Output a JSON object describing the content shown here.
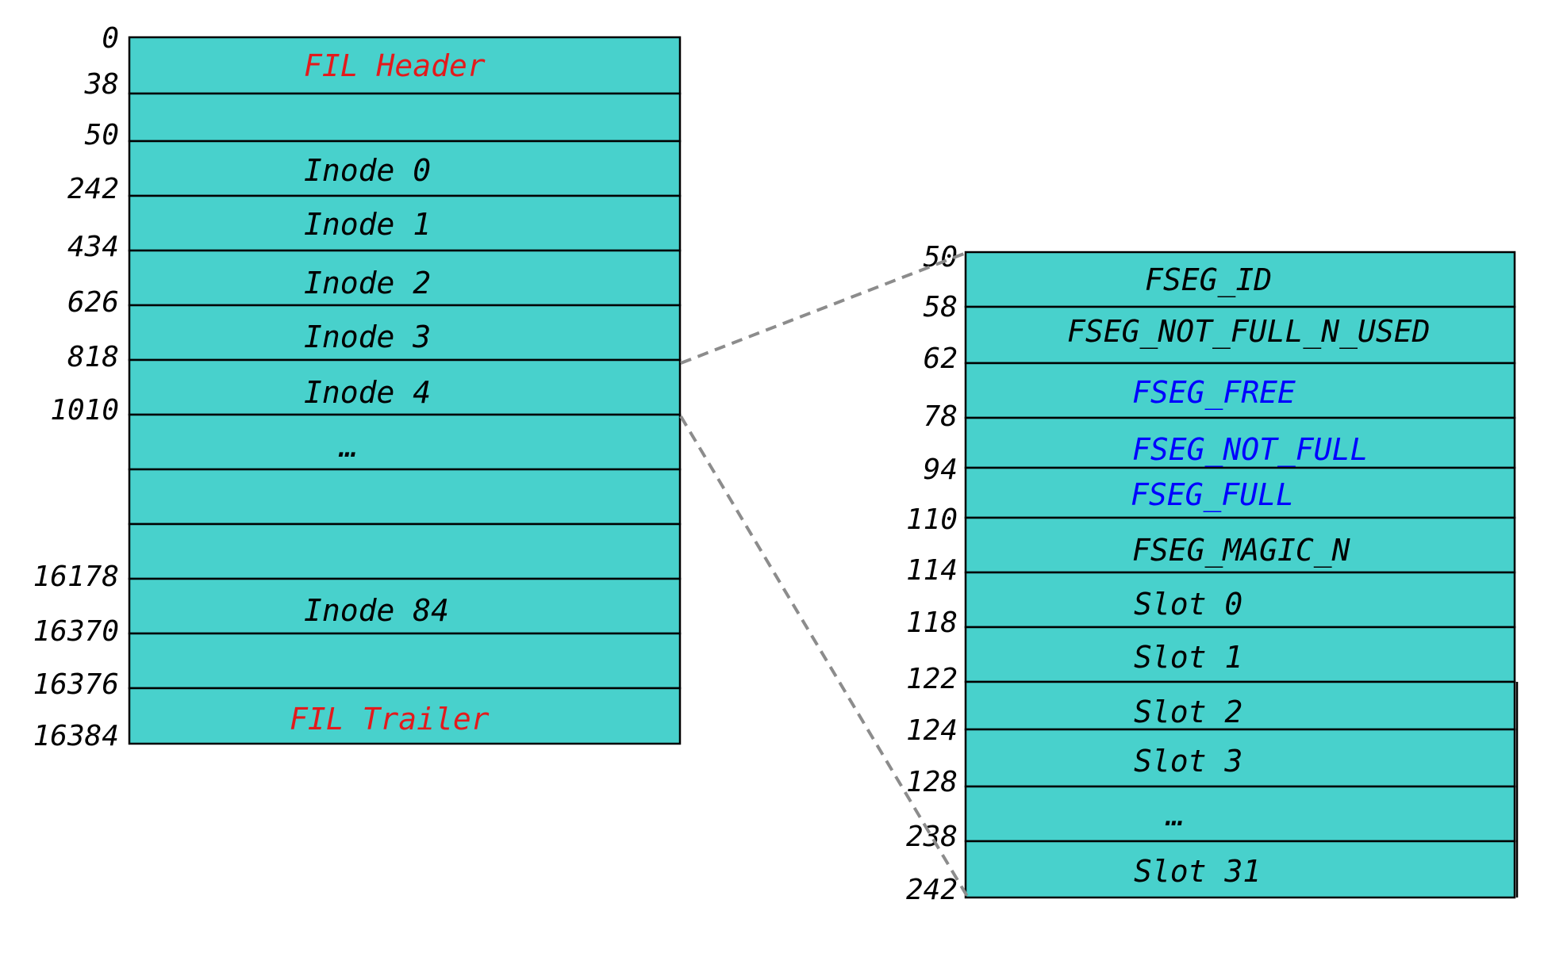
{
  "colors": {
    "cell_fill": "#48d1cc",
    "cell_border": "#000000",
    "text_default": "#000000",
    "text_red": "#e31a1c",
    "text_blue": "#0000ff",
    "connector": "#8c8c8c"
  },
  "inode_page": {
    "offsets": [
      "0",
      "38",
      "50",
      "242",
      "434",
      "626",
      "818",
      "1010",
      "16178",
      "16370",
      "16376",
      "16384"
    ],
    "rows": [
      {
        "label": "FIL Header",
        "color": "red"
      },
      {
        "label": "",
        "color": "default"
      },
      {
        "label": "Inode 0",
        "color": "default"
      },
      {
        "label": "Inode 1",
        "color": "default"
      },
      {
        "label": "Inode 2",
        "color": "default"
      },
      {
        "label": "Inode 3",
        "color": "default"
      },
      {
        "label": "Inode 4",
        "color": "default"
      },
      {
        "label": "…",
        "color": "default"
      },
      {
        "label": "",
        "color": "default"
      },
      {
        "label": "",
        "color": "default"
      },
      {
        "label": "Inode 84",
        "color": "default"
      },
      {
        "label": "",
        "color": "default"
      },
      {
        "label": "FIL Trailer",
        "color": "red"
      }
    ]
  },
  "inode_entry": {
    "offsets": [
      "50",
      "58",
      "62",
      "78",
      "94",
      "110",
      "114",
      "118",
      "122",
      "124",
      "128",
      "238",
      "242"
    ],
    "rows": [
      {
        "label": "FSEG_ID",
        "color": "default"
      },
      {
        "label": "FSEG_NOT_FULL_N_USED",
        "color": "default"
      },
      {
        "label": "FSEG_FREE",
        "color": "blue"
      },
      {
        "label": "FSEG_NOT_FULL",
        "color": "blue"
      },
      {
        "label": "FSEG_FULL",
        "color": "blue"
      },
      {
        "label": "FSEG_MAGIC_N",
        "color": "default"
      },
      {
        "label": "Slot 0",
        "color": "default"
      },
      {
        "label": "Slot 1",
        "color": "default"
      },
      {
        "label": "Slot 2",
        "color": "default"
      },
      {
        "label": "Slot 3",
        "color": "default"
      },
      {
        "label": "…",
        "color": "default"
      },
      {
        "label": "Slot 31",
        "color": "default"
      }
    ]
  }
}
